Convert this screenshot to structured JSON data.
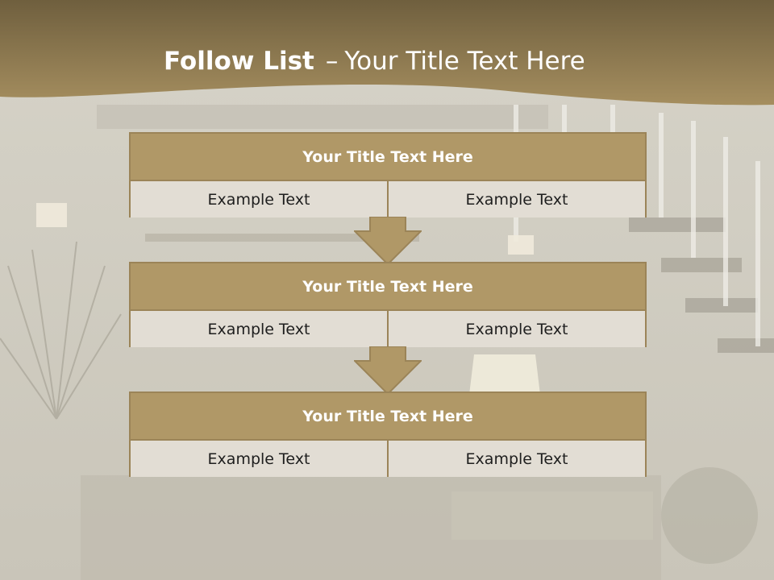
{
  "slide": {
    "title_bold": "Follow List",
    "title_dash": "–",
    "title_rest": "Your Title Text Here"
  },
  "blocks": [
    {
      "title": "Your Title Text Here",
      "left": "Example Text",
      "right": "Example Text"
    },
    {
      "title": "Your Title Text Here",
      "left": "Example Text",
      "right": "Example Text"
    },
    {
      "title": "Your Title Text Here",
      "left": "Example Text",
      "right": "Example Text"
    }
  ],
  "colors": {
    "header_band": "#7d6a45",
    "block_header": "#b09867",
    "block_border": "#9b8458",
    "cell_fill": "#e2ddd4",
    "arrow": "#b09867"
  },
  "icons": [
    "down-arrow-icon"
  ]
}
